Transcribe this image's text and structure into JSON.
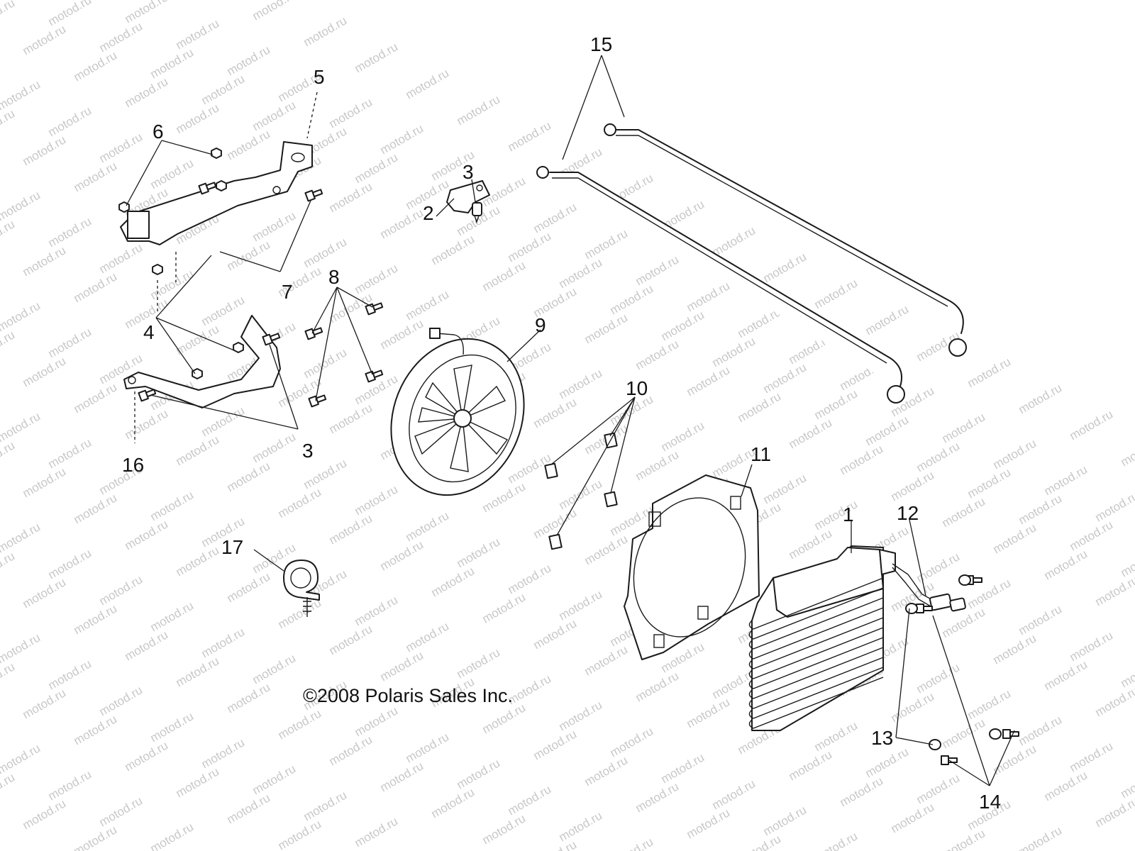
{
  "watermark": "motod.ru",
  "copyright": "©2008 Polaris Sales Inc.",
  "callouts": [
    {
      "id": "c1",
      "label": "1"
    },
    {
      "id": "c2",
      "label": "2"
    },
    {
      "id": "c3a",
      "label": "3"
    },
    {
      "id": "c3b",
      "label": "3"
    },
    {
      "id": "c4",
      "label": "4"
    },
    {
      "id": "c5",
      "label": "5"
    },
    {
      "id": "c6",
      "label": "6"
    },
    {
      "id": "c7",
      "label": "7"
    },
    {
      "id": "c8",
      "label": "8"
    },
    {
      "id": "c9",
      "label": "9"
    },
    {
      "id": "c10",
      "label": "10"
    },
    {
      "id": "c11",
      "label": "11"
    },
    {
      "id": "c12",
      "label": "12"
    },
    {
      "id": "c13",
      "label": "13"
    },
    {
      "id": "c14",
      "label": "14"
    },
    {
      "id": "c15",
      "label": "15"
    },
    {
      "id": "c16",
      "label": "16"
    },
    {
      "id": "c17",
      "label": "17"
    }
  ]
}
